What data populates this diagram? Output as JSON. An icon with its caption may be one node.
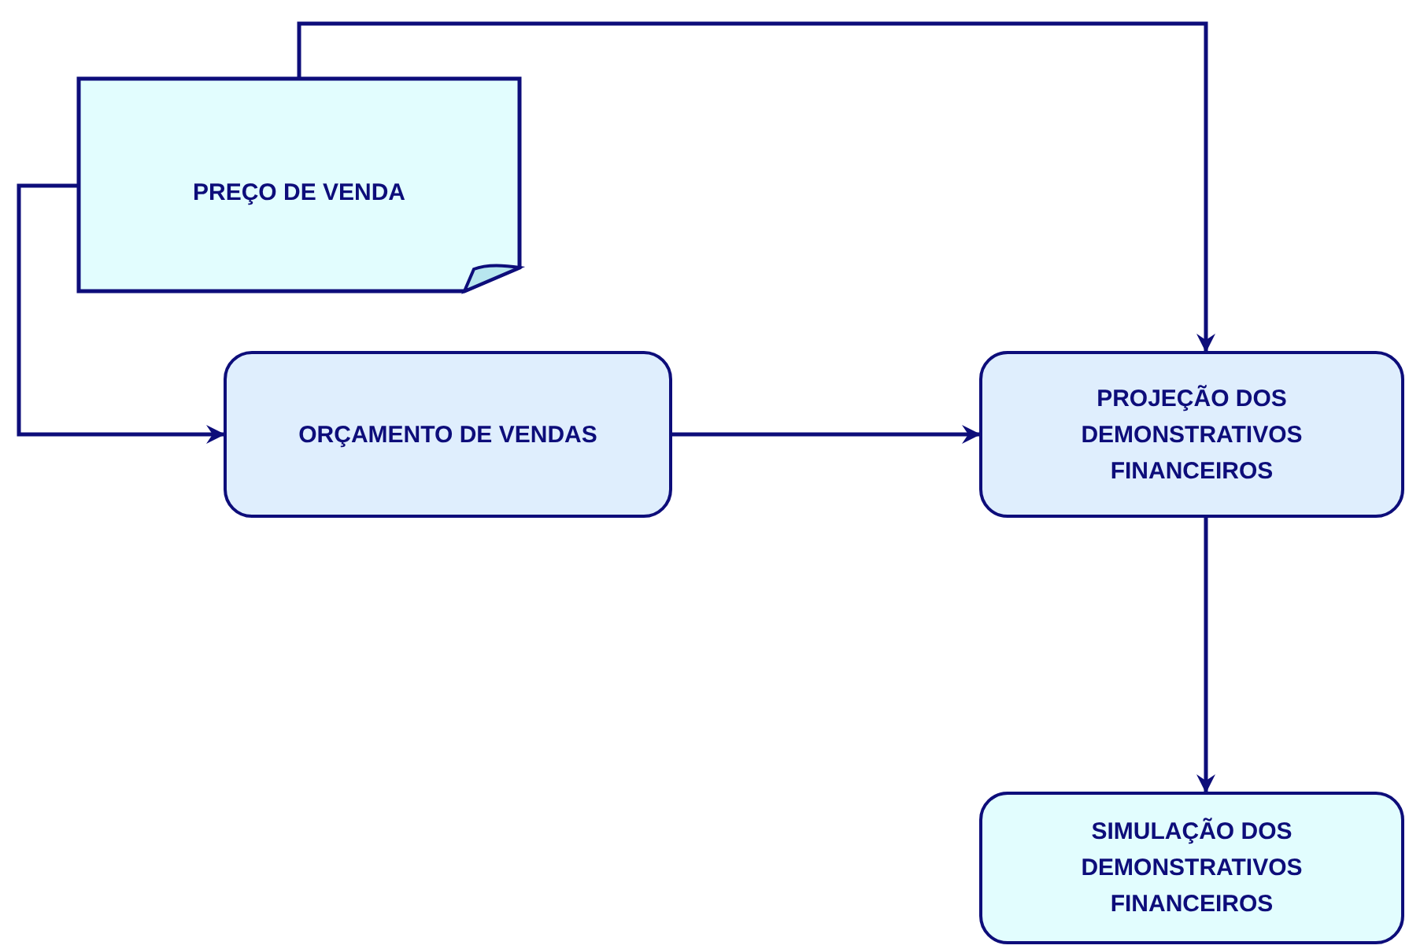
{
  "diagram": {
    "nodes": [
      {
        "text": [
          "PREÇO DE VENDA"
        ]
      },
      {
        "text": [
          "ORÇAMENTO DE VENDAS"
        ]
      },
      {
        "text": [
          "PROJEÇÃO DOS DEMONSTRATIVOS FINANCEIROS"
        ]
      },
      {
        "text": [
          "SIMULAÇÃO DOS DEMONSTRATIVOS FINANCEIROS"
        ]
      }
    ],
    "edges": [
      {
        "from": 0,
        "to": 2,
        "arrow": "to"
      },
      {
        "from": 0,
        "to": 1,
        "arrow": "to"
      },
      {
        "from": 1,
        "to": 2,
        "arrow": "to"
      },
      {
        "from": 2,
        "to": 3,
        "arrow": "to"
      }
    ]
  }
}
